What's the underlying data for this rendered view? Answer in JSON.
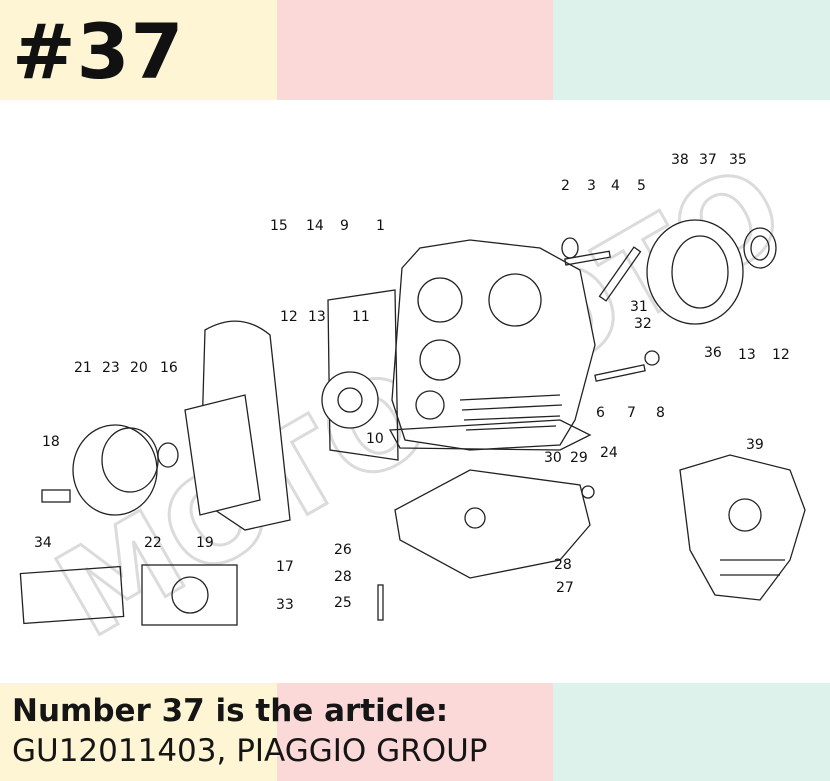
{
  "title": "#37",
  "colors": {
    "band_yellow": "#fdf5d3",
    "band_pink": "#fbd9d9",
    "band_mint": "#dcf2ea"
  },
  "diagram": {
    "watermark": "MOTOMOTO",
    "callouts": [
      {
        "n": "2"
      },
      {
        "n": "3"
      },
      {
        "n": "4"
      },
      {
        "n": "5"
      },
      {
        "n": "38"
      },
      {
        "n": "37"
      },
      {
        "n": "35"
      },
      {
        "n": "15"
      },
      {
        "n": "14"
      },
      {
        "n": "9"
      },
      {
        "n": "1"
      },
      {
        "n": "12"
      },
      {
        "n": "13"
      },
      {
        "n": "11"
      },
      {
        "n": "31"
      },
      {
        "n": "32"
      },
      {
        "n": "36"
      },
      {
        "n": "13"
      },
      {
        "n": "12"
      },
      {
        "n": "21"
      },
      {
        "n": "23"
      },
      {
        "n": "20"
      },
      {
        "n": "16"
      },
      {
        "n": "6"
      },
      {
        "n": "7"
      },
      {
        "n": "8"
      },
      {
        "n": "18"
      },
      {
        "n": "10"
      },
      {
        "n": "24"
      },
      {
        "n": "39"
      },
      {
        "n": "30"
      },
      {
        "n": "29"
      },
      {
        "n": "22"
      },
      {
        "n": "19"
      },
      {
        "n": "26"
      },
      {
        "n": "17"
      },
      {
        "n": "28"
      },
      {
        "n": "34"
      },
      {
        "n": "28"
      },
      {
        "n": "27"
      },
      {
        "n": "25"
      },
      {
        "n": "33"
      }
    ]
  },
  "caption": {
    "line1": "Number 37 is the article:",
    "line2": "GU12011403, PIAGGIO GROUP"
  }
}
